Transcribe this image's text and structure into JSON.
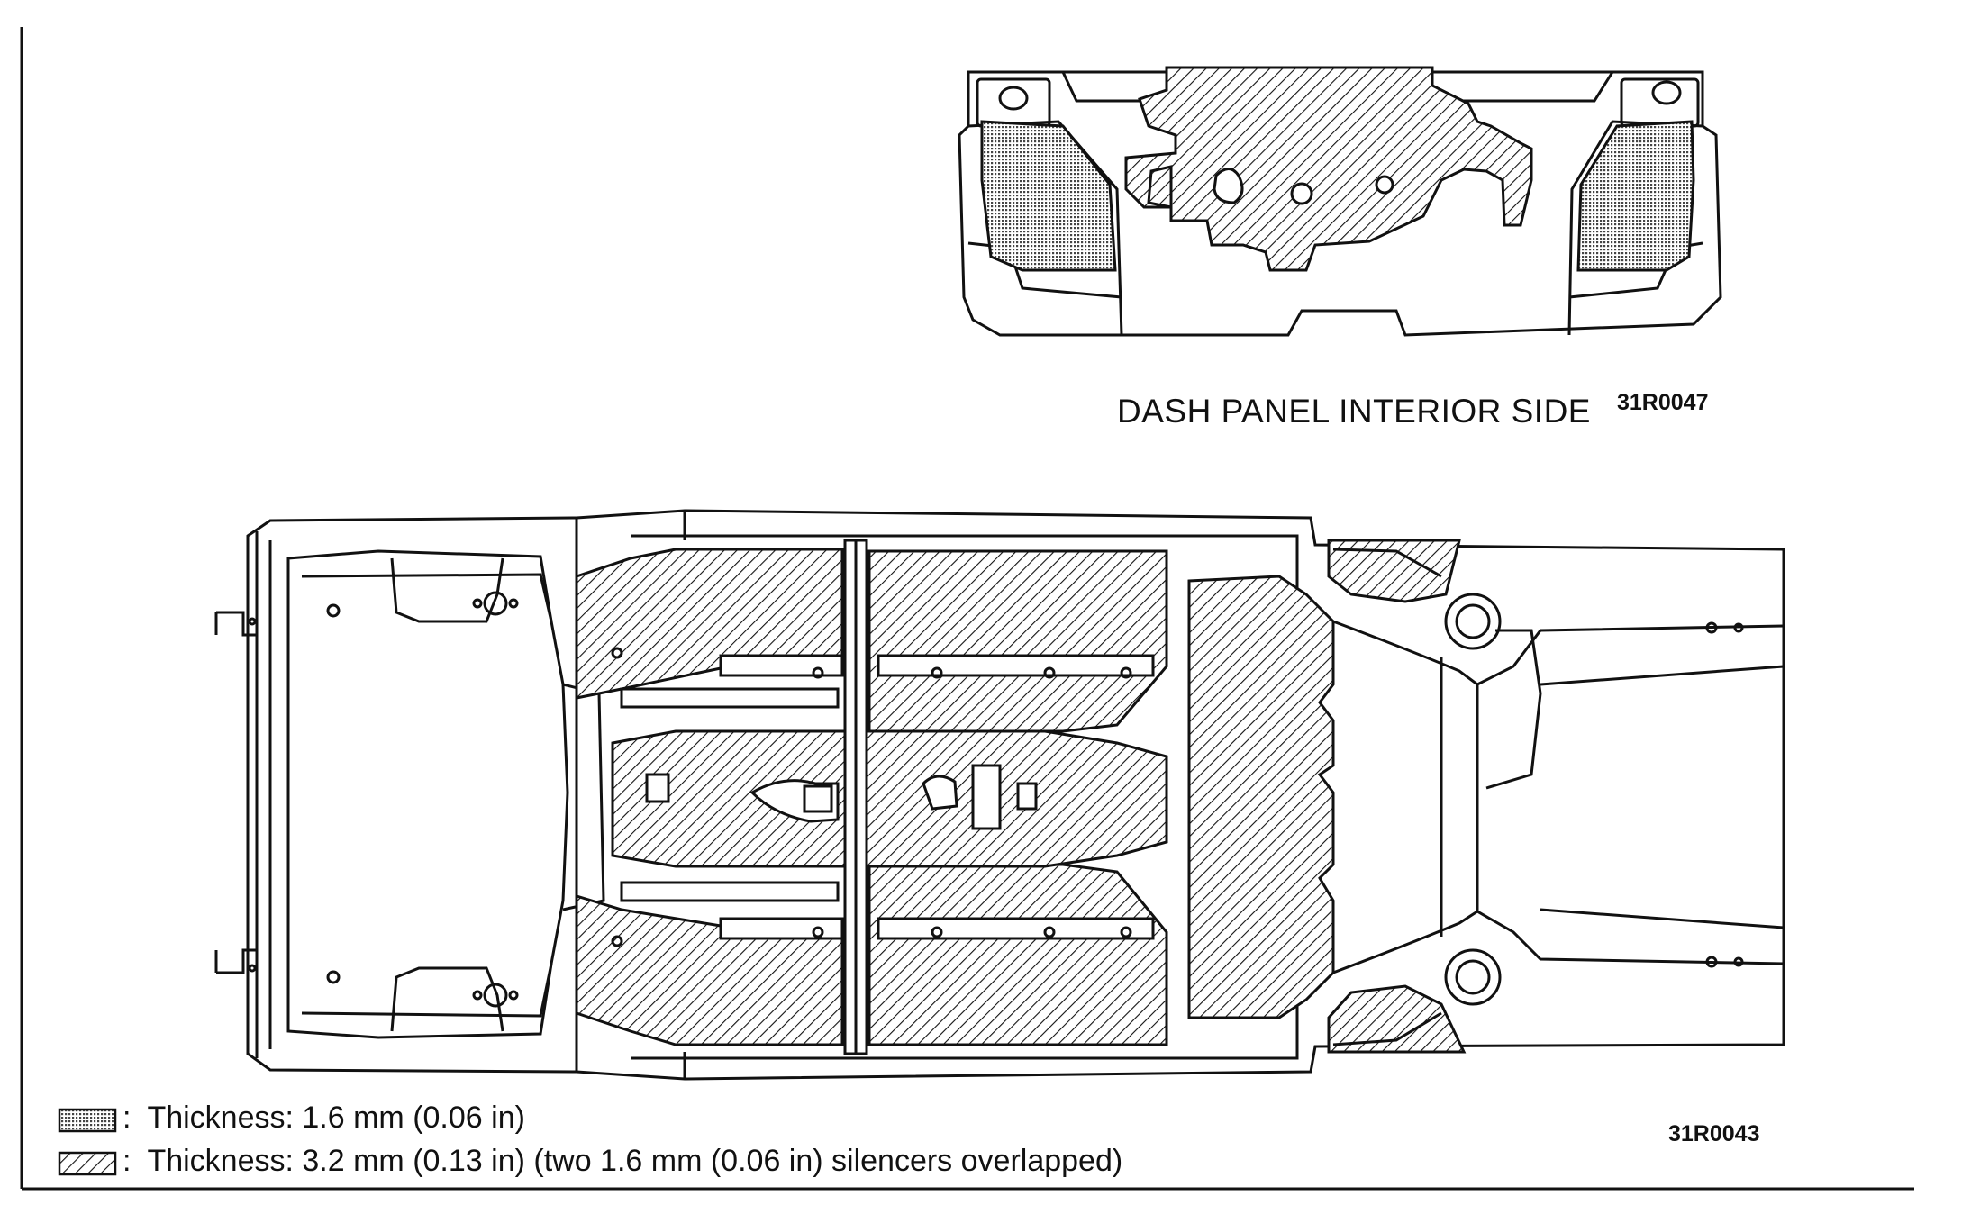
{
  "dash_panel": {
    "title": "DASH PANEL INTERIOR SIDE",
    "code": "31R0047"
  },
  "underbody": {
    "code": "31R0043"
  },
  "legend": [
    {
      "pattern": "dotted",
      "separator": ":",
      "text": "Thickness: 1.6 mm (0.06 in)"
    },
    {
      "pattern": "hatched",
      "separator": ":",
      "text": "Thickness: 3.2 mm (0.13 in) (two 1.6 mm (0.06 in) silencers overlapped)"
    }
  ],
  "colors": {
    "ink": "#111111",
    "dot_fill": "#8a8a8a",
    "paper": "#ffffff"
  }
}
